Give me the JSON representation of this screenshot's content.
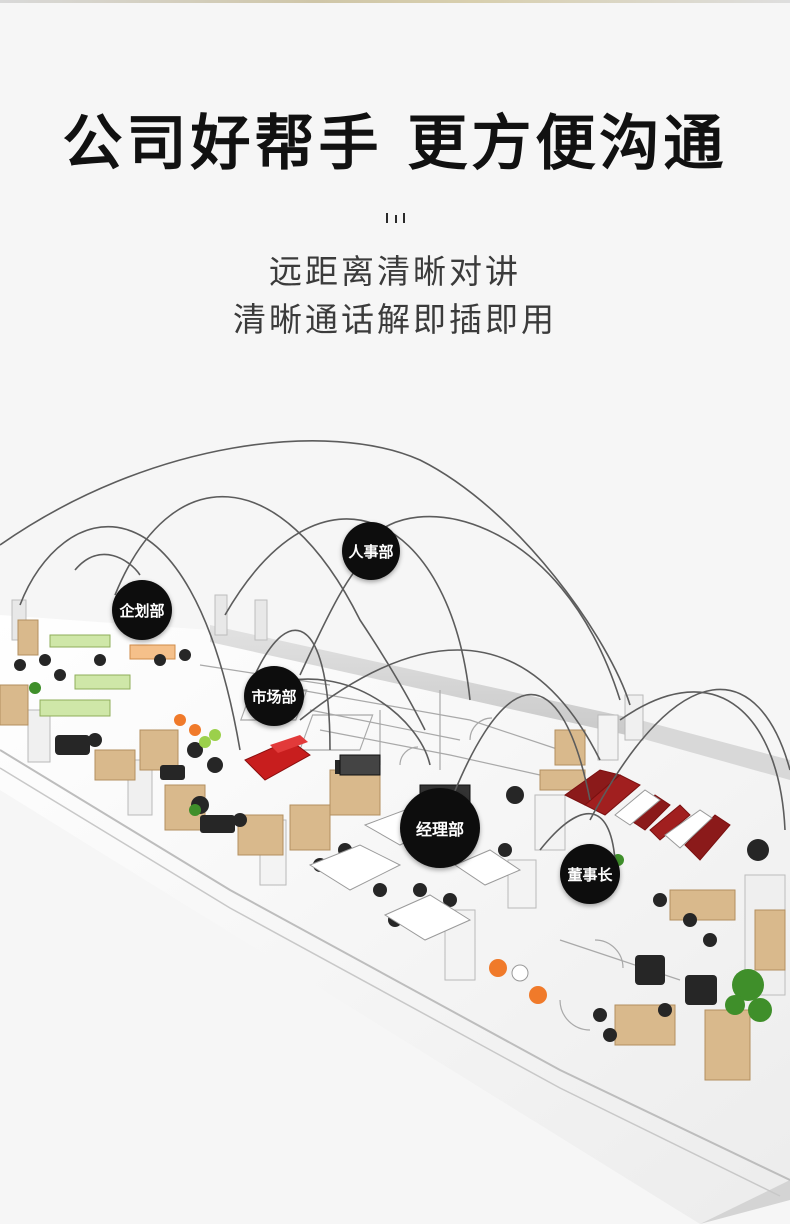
{
  "headline": "公司好帮手 更方便沟通",
  "subtitle_lines": [
    "远距离清晰对讲",
    "清晰通话解即插即用"
  ],
  "departments": {
    "renshi": "人事部",
    "qihua": "企划部",
    "shichang": "市场部",
    "jingli": "经理部",
    "dongshizhang": "董事长"
  },
  "colors": {
    "headline": "#111111",
    "subtitle": "#3b3b3b",
    "badge": "#0d0d0d",
    "background": "#f6f6f6"
  }
}
